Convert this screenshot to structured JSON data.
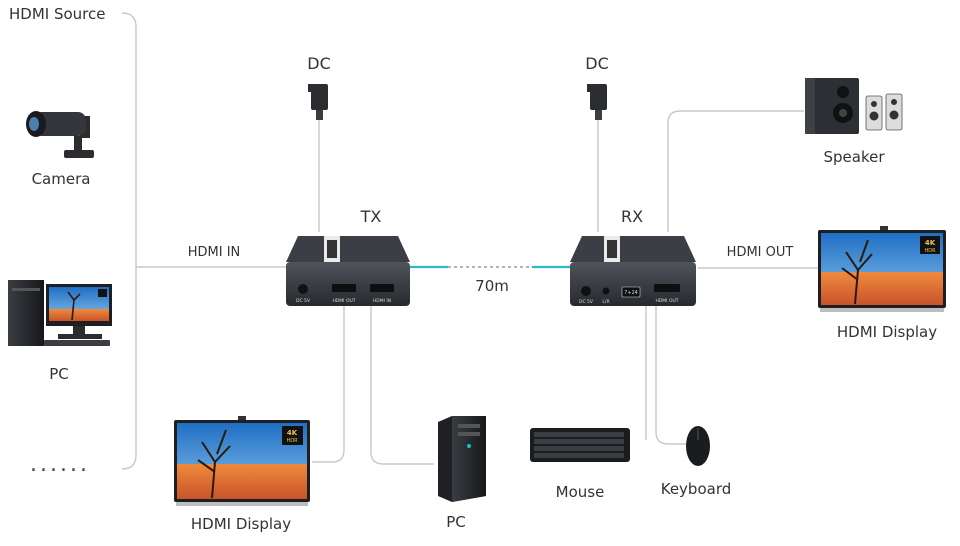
{
  "labels": {
    "hdmi_source": "HDMI Source",
    "camera": "Camera",
    "pc_left": "PC",
    "more": "......",
    "hdmi_in": "HDMI IN",
    "dc_tx": "DC",
    "dc_rx": "DC",
    "tx": "TX",
    "rx": "RX",
    "distance": "70m",
    "hdmi_out": "HDMI OUT",
    "speaker": "Speaker",
    "hdmi_display_right": "HDMI Display",
    "hdmi_display_bottom": "HDMI Display",
    "pc_bottom": "PC",
    "mouse": "Mouse",
    "keyboard": "Keyboard"
  },
  "device_text": {
    "tx_port_dc": "DC 5V",
    "tx_port_hdmi_out": "HDMI OUT",
    "tx_port_hdmi_in": "HDMI IN",
    "rx_port_dc": "DC 5V",
    "rx_port_ir": "L/R",
    "rx_port_usb": "7+24",
    "rx_port_hdmi_out": "HDMI OUT",
    "badge_4k": "4K",
    "badge_hdr": "HDR"
  },
  "colors": {
    "line": "#c8c8c8",
    "cable_accent": "#2bb8c9",
    "device_dark": "#2e3136",
    "device_light": "#4a4e55",
    "screen_sky": "#3f8fd4",
    "screen_sand": "#e27a3c"
  }
}
